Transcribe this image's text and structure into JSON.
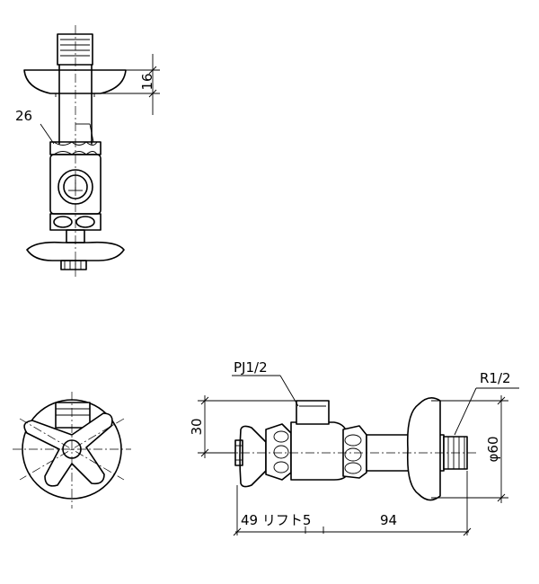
{
  "labels": {
    "dim_16": "16",
    "dim_26": "26",
    "dim_30": "30",
    "thread_inlet": "PJ1/2",
    "thread_outlet": "R1/2",
    "dim_phi60": "φ60",
    "dim_49_lift": "49 リフト5",
    "dim_94": "94"
  }
}
